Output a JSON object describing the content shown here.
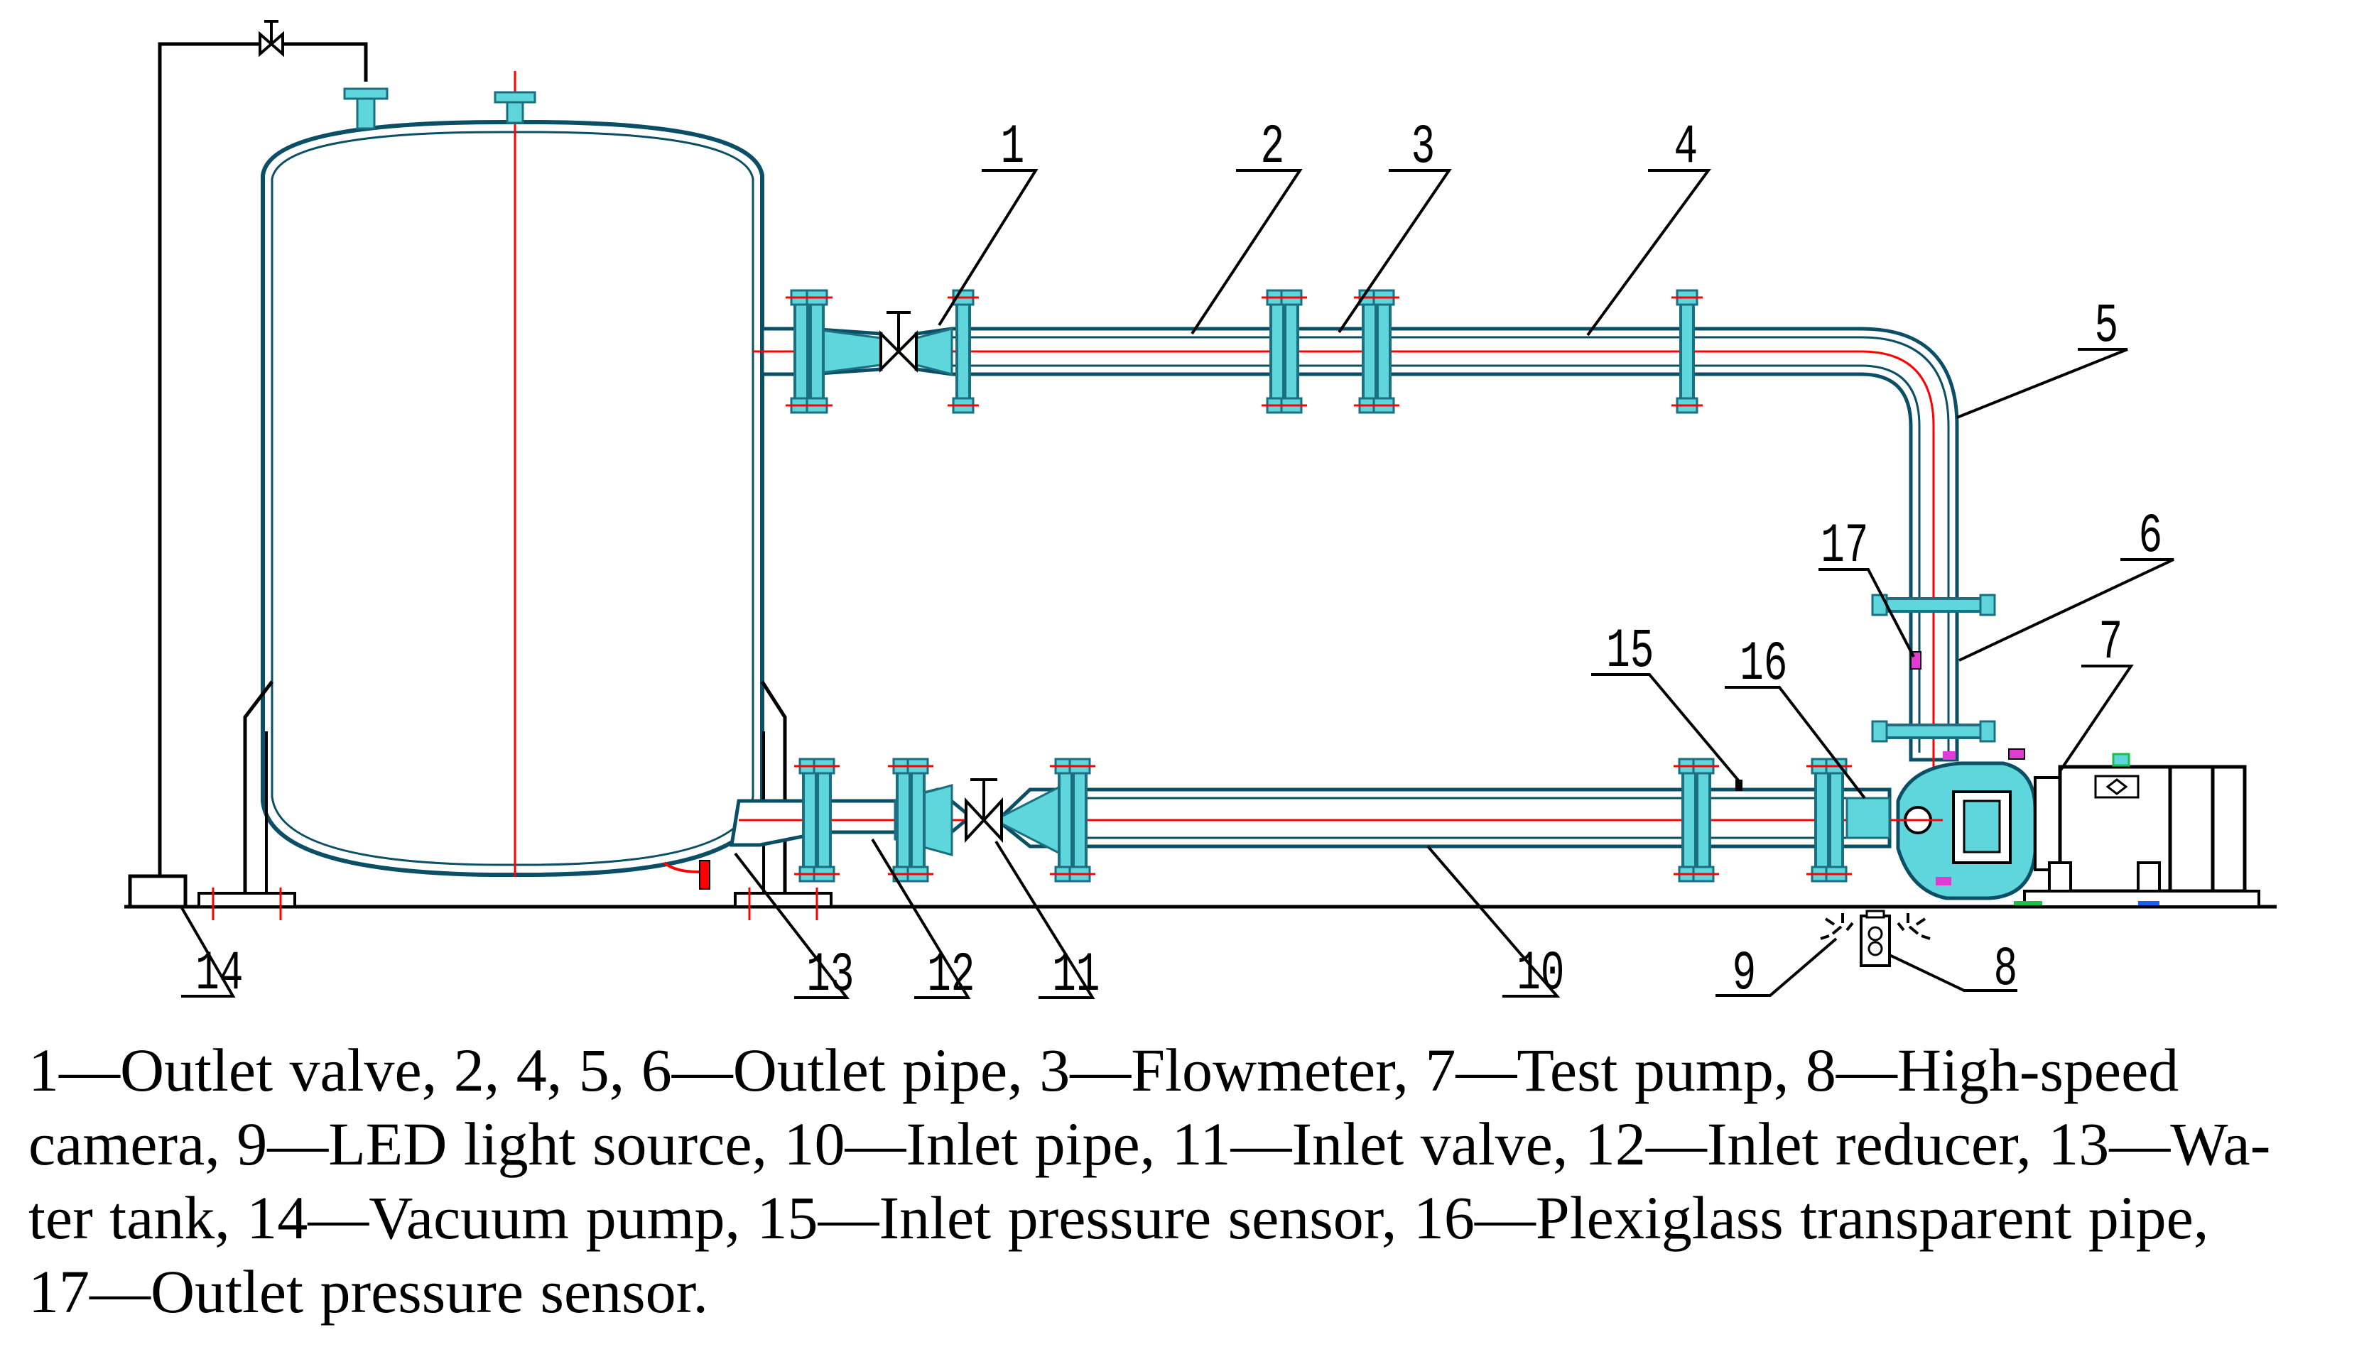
{
  "diagram": {
    "callouts": {
      "n1": "1",
      "n2": "2",
      "n3": "3",
      "n4": "4",
      "n5": "5",
      "n6": "6",
      "n7": "7",
      "n8": "8",
      "n9": "9",
      "n10": "10",
      "n11": "11",
      "n12": "12",
      "n13": "13",
      "n14": "14",
      "n15": "15",
      "n16": "16",
      "n17": "17"
    },
    "colors": {
      "line": "#000000",
      "pipe": "#0b4f66",
      "centerline": "#ff0000",
      "fitting": "#5ed6dc",
      "fitting_edge": "#1a6f80",
      "accent_magenta": "#e23bd3",
      "accent_green": "#1bbf4a",
      "accent_blue": "#1a5ff0"
    }
  },
  "caption": {
    "lines": [
      "1—Outlet valve, 2, 4, 5, 6—Outlet pipe, 3—Flowmeter, 7—Test pump, 8—High-speed",
      "camera, 9—LED light source, 10—Inlet pipe, 11—Inlet valve, 12—Inlet reducer, 13—Wa-",
      "ter tank, 14—Vacuum pump, 15—Inlet pressure sensor, 16—Plexiglass transparent pipe,",
      "17—Outlet pressure sensor."
    ]
  }
}
